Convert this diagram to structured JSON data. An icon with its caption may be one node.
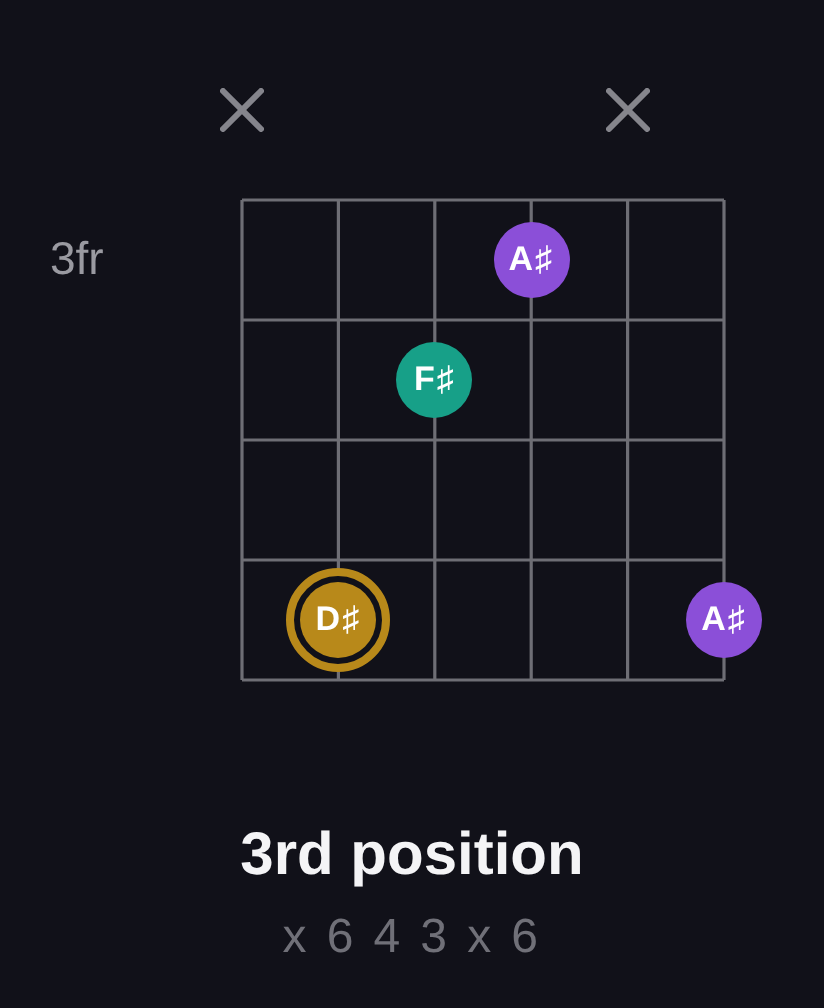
{
  "diagram": {
    "title": "3rd position",
    "caption": "x 6 4 3 x 6",
    "nodes": [
      {
        "text": [
          "A♯"
        ]
      },
      {
        "text": [
          "F♯"
        ]
      },
      {
        "text": [
          "D♯"
        ]
      },
      {
        "text": [
          "A♯"
        ]
      }
    ],
    "labels": [
      "3fr"
    ]
  }
}
